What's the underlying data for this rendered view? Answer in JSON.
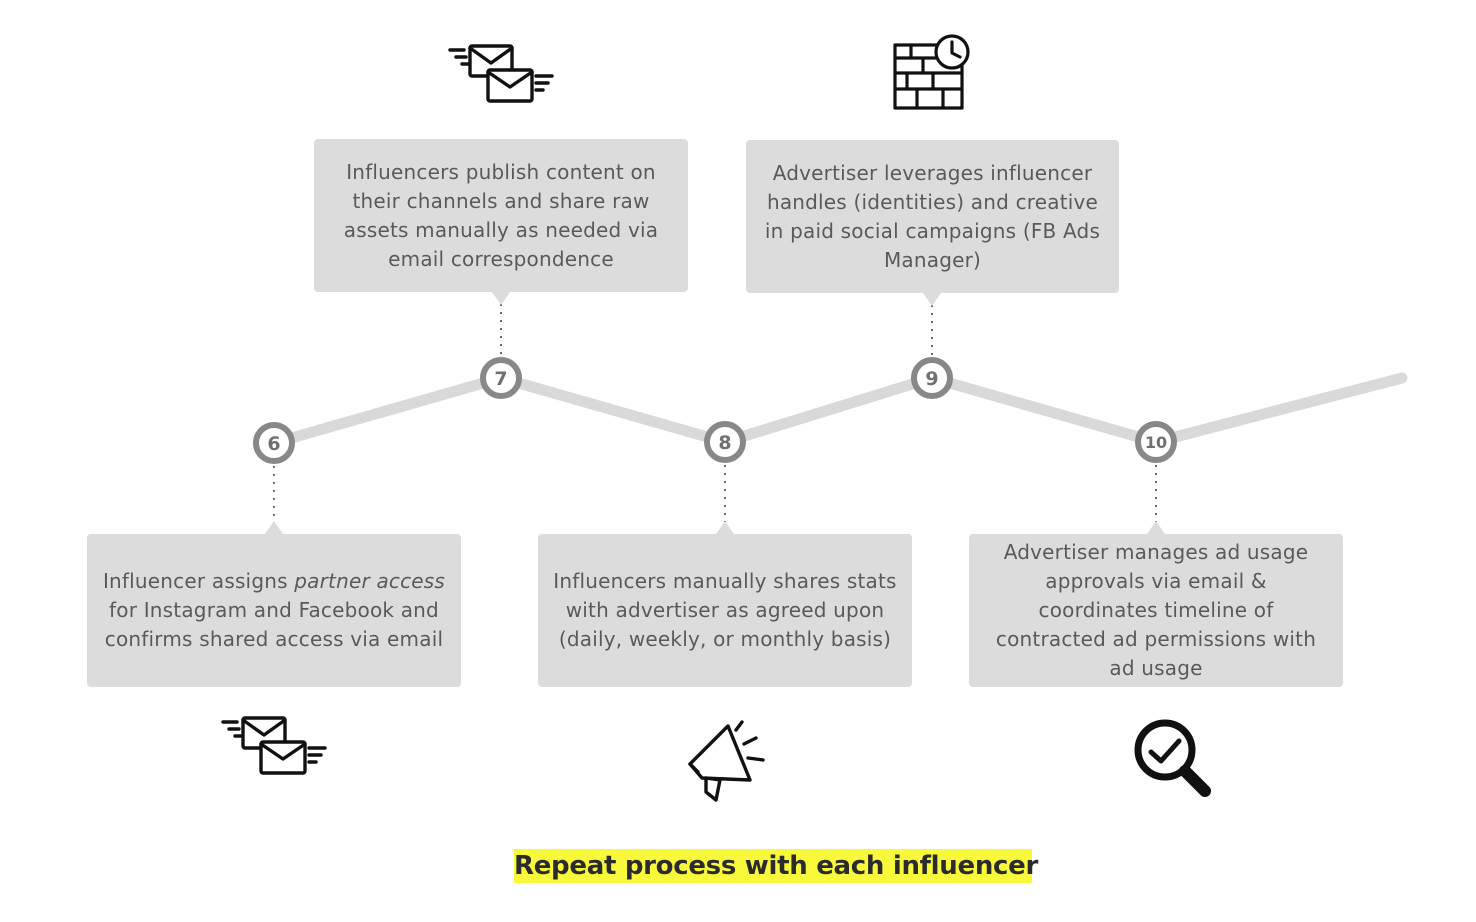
{
  "steps": [
    {
      "number": "6",
      "text_parts": [
        "Influencer assigns ",
        "partner access",
        " for Instagram and Facebook and confirms shared access via email"
      ],
      "icon": "email-icon"
    },
    {
      "number": "7",
      "text": "Influencers publish content on their channels and share raw assets manually as needed via email correspondence",
      "icon": "email-icon"
    },
    {
      "number": "8",
      "text": "Influencers manually shares stats with advertiser as agreed upon (daily, weekly, or monthly basis)",
      "icon": "megaphone-icon"
    },
    {
      "number": "9",
      "text": "Advertiser leverages influencer handles (identities) and creative in paid social campaigns (FB Ads Manager)",
      "icon": "calendar-clock-icon"
    },
    {
      "number": "10",
      "text": "Advertiser manages ad usage approvals via email & coordinates timeline of contracted ad permissions with ad usage",
      "icon": "magnifier-check-icon"
    }
  ],
  "footer": {
    "banner": "Repeat process with each influencer"
  },
  "colors": {
    "line": "#d9d9d9",
    "node_ring": "#888888",
    "card": "#dcdcdc",
    "text": "#5a5a5a",
    "banner": "#f9f93c"
  }
}
